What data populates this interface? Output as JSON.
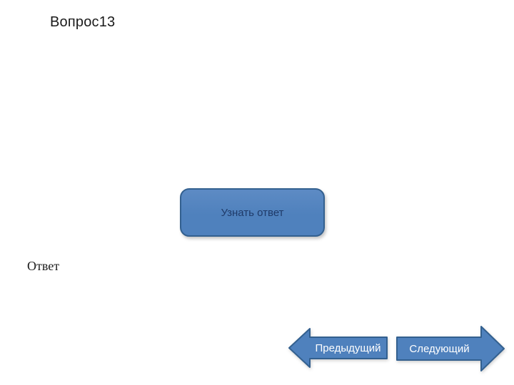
{
  "slide": {
    "title": "Вопрос13",
    "answer_label": "Ответ",
    "reveal_button": {
      "label": "Узнать ответ"
    },
    "nav": {
      "prev": {
        "label": "Предыдущий"
      },
      "next": {
        "label": "Следующий"
      }
    },
    "colors": {
      "background": "#ffffff",
      "title_text": "#1a1a1a",
      "answer_text": "#1a1a1a",
      "shape_fill": "#4f81bd",
      "shape_fill_light": "#5d8bc4",
      "shape_border": "#33608f",
      "button_text": "#1f3a68",
      "arrow_text": "#ffffff"
    }
  }
}
